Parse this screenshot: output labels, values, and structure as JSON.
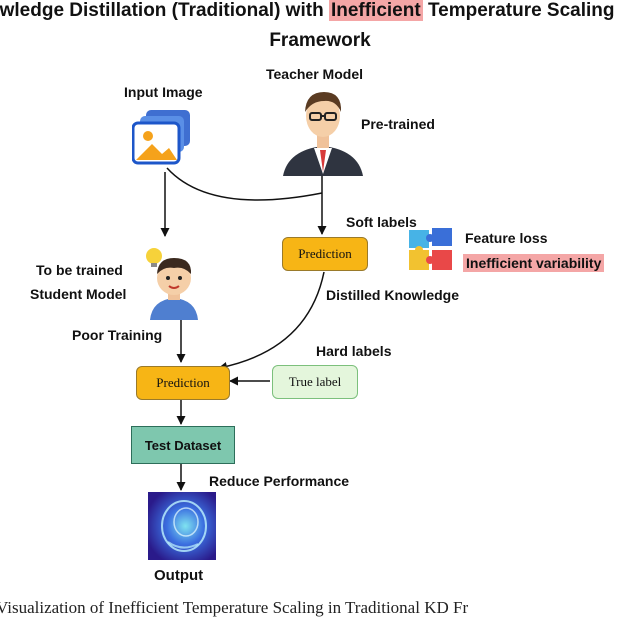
{
  "title": {
    "line1_prefix": "owledge Distillation (Traditional) with ",
    "line1_highlight": "Inefficient",
    "line1_suffix": " Temperature Scaling",
    "line2": "Framework"
  },
  "labels": {
    "input_image": "Input Image",
    "teacher_model": "Teacher Model",
    "pre_trained": "Pre-trained",
    "soft_labels": "Soft labels",
    "feature_loss": "Feature loss",
    "inefficient_variability": "Inefficient variability",
    "to_be_trained": "To be trained",
    "student_model": "Student Model",
    "distilled_knowledge": "Distilled Knowledge",
    "poor_training": "Poor Training",
    "hard_labels": "Hard labels",
    "reduce_performance": "Reduce Performance",
    "output": "Output"
  },
  "boxes": {
    "teacher_prediction": "Prediction",
    "student_prediction": "Prediction",
    "true_label": "True label",
    "test_dataset": "Test Dataset"
  },
  "caption": "Visualization of Inefficient Temperature Scaling in Traditional KD Fr",
  "colors": {
    "prediction_fill": "#f7b515",
    "true_label_fill": "#e4f6dc",
    "test_dataset_fill": "#7ec7ae",
    "highlight": "#f4a6a6"
  }
}
